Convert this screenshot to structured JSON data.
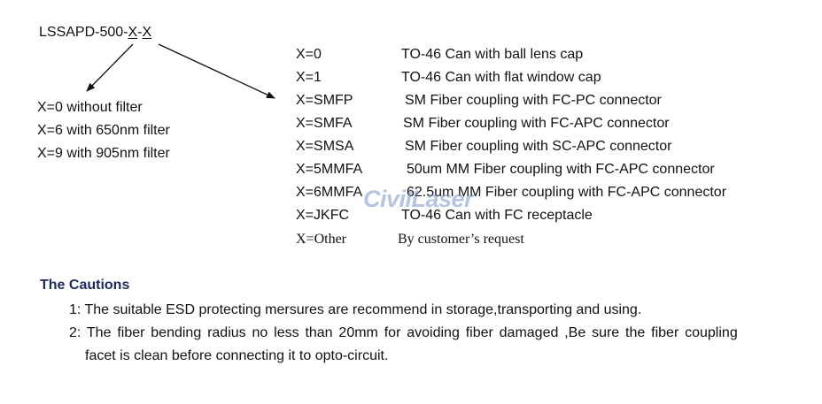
{
  "part_number": {
    "prefix": "LSSAPD-500-",
    "field1": "X",
    "separator": "-",
    "field2": "X"
  },
  "filter_options": [
    "X=0 without filter",
    "X=6 with 650nm filter",
    "X=9 with 905nm filter"
  ],
  "package_options": [
    {
      "code": "X=0",
      "desc": "TO-46 Can with ball lens cap"
    },
    {
      "code": "X=1",
      "desc": "TO-46 Can with flat window cap"
    },
    {
      "code": "X=SMFP",
      "desc": "SM Fiber coupling with FC-PC connector"
    },
    {
      "code": "X=SMFA",
      "desc": "SM Fiber coupling with FC-APC connector"
    },
    {
      "code": "X=SMSA",
      "desc": "SM Fiber coupling with SC-APC connector"
    },
    {
      "code": "X=5MMFA",
      "desc": "50um MM Fiber coupling with FC-APC connector"
    },
    {
      "code": "X=6MMFA",
      "desc": "62.5um MM Fiber coupling with FC-APC connector"
    },
    {
      "code": "X=JKFC",
      "desc": "TO-46 Can with FC receptacle"
    },
    {
      "code": "X=Other",
      "desc": "By customer’s request"
    }
  ],
  "watermark": "CivilLaser",
  "cautions": {
    "title": "The Cautions",
    "items": [
      "1: The suitable ESD protecting mersures are recommend in storage,transporting and using.",
      "2: The fiber bending radius no less than 20mm for avoiding fiber damaged ,Be sure the fiber coupling",
      "facet is clean before connecting it to opto-circuit."
    ]
  },
  "colors": {
    "heading": "#1f2a5c",
    "text": "#111111",
    "watermark": "#7896c8"
  }
}
